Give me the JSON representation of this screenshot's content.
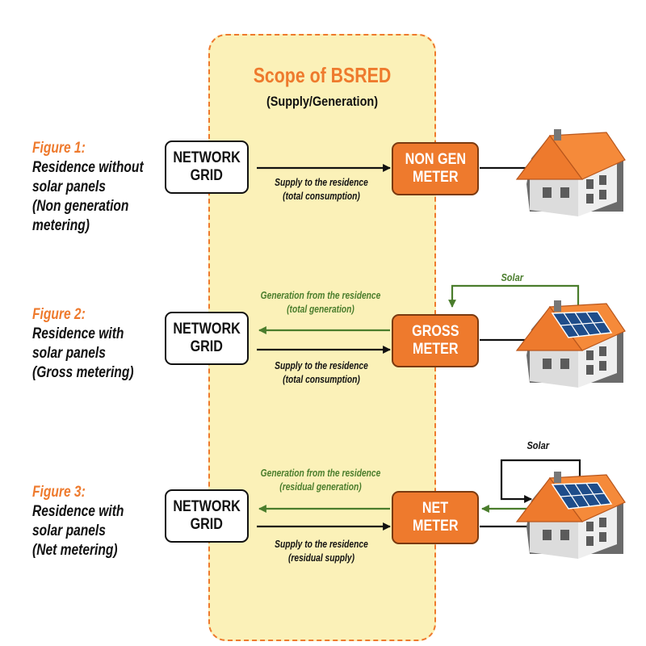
{
  "scope": {
    "title": "Scope of BSRED",
    "subtitle": "(Supply/Generation)"
  },
  "figures": [
    {
      "number": "Figure 1:",
      "description": [
        "Residence without",
        "solar panels",
        "(Non generation",
        "metering)"
      ],
      "grid": [
        "NETWORK",
        "GRID"
      ],
      "meter": [
        "NON GEN",
        "METER"
      ],
      "supply_label": [
        "Supply to the residence",
        "(total consumption)"
      ]
    },
    {
      "number": "Figure 2:",
      "description": [
        "Residence with",
        "solar panels",
        "(Gross metering)"
      ],
      "grid": [
        "NETWORK",
        "GRID"
      ],
      "meter": [
        "GROSS",
        "METER"
      ],
      "generation_label": [
        "Generation from the residence",
        "(total generation)"
      ],
      "supply_label": [
        "Supply to the residence",
        "(total consumption)"
      ],
      "solar_label": "Solar"
    },
    {
      "number": "Figure 3:",
      "description": [
        "Residence with",
        "solar panels",
        "(Net metering)"
      ],
      "grid": [
        "NETWORK",
        "GRID"
      ],
      "meter": [
        "NET",
        "METER"
      ],
      "generation_label": [
        "Generation from the residence",
        "(residual generation)"
      ],
      "supply_label": [
        "Supply to the residence",
        "(residual supply)"
      ],
      "solar_label": "Solar"
    }
  ],
  "colors": {
    "accent_orange": "#ee7a2d",
    "scope_fill": "#fbf1b8",
    "generation_green": "#4a7d2c",
    "supply_black": "#111111",
    "solar_panel_blue": "#1f4d8a",
    "wall_gray": "#dcdcdc"
  },
  "icons": [
    "house-icon",
    "solar-house-icon",
    "arrow-right-icon",
    "arrow-left-icon"
  ]
}
